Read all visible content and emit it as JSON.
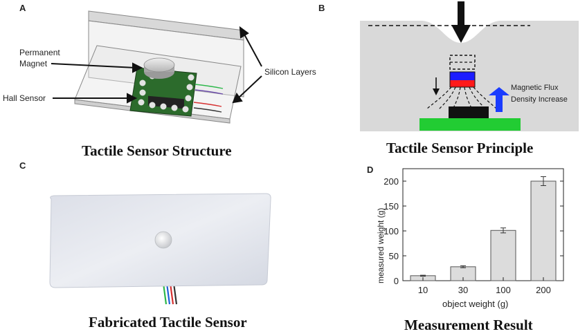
{
  "panel_a": {
    "letter": "A",
    "caption": "Tactile Sensor Structure",
    "label_magnet_line1": "Permanent",
    "label_magnet_line2": "Magnet",
    "label_hall": "Hall Sensor",
    "label_silicon": "Silicon Layers"
  },
  "panel_b": {
    "letter": "B",
    "caption": "Tactile Sensor Principle",
    "label_flux_line1": "Magnetic Flux",
    "label_flux_line2": "Density Increase",
    "colors": {
      "silicone": "#d9d9d9",
      "magnet_top": "#1c1cff",
      "magnet_bottom": "#ff1a1a",
      "board": "#22cc33",
      "arrow": "#1a3cff"
    }
  },
  "panel_c": {
    "letter": "C",
    "caption": "Fabricated Tactile Sensor"
  },
  "panel_d": {
    "letter": "D",
    "caption": "Measurement Result",
    "chart_data": {
      "type": "bar",
      "categories": [
        "10",
        "30",
        "100",
        "200"
      ],
      "values": [
        10,
        28,
        101,
        200
      ],
      "errors": [
        1,
        2,
        5,
        9
      ],
      "xlabel": "object weight (g)",
      "ylabel": "measured weight (g)",
      "ylim": [
        0,
        225
      ],
      "yticks": [
        "0",
        "50",
        "100",
        "150",
        "200"
      ],
      "grid": false,
      "bar_color": "#dcdcdc"
    }
  }
}
